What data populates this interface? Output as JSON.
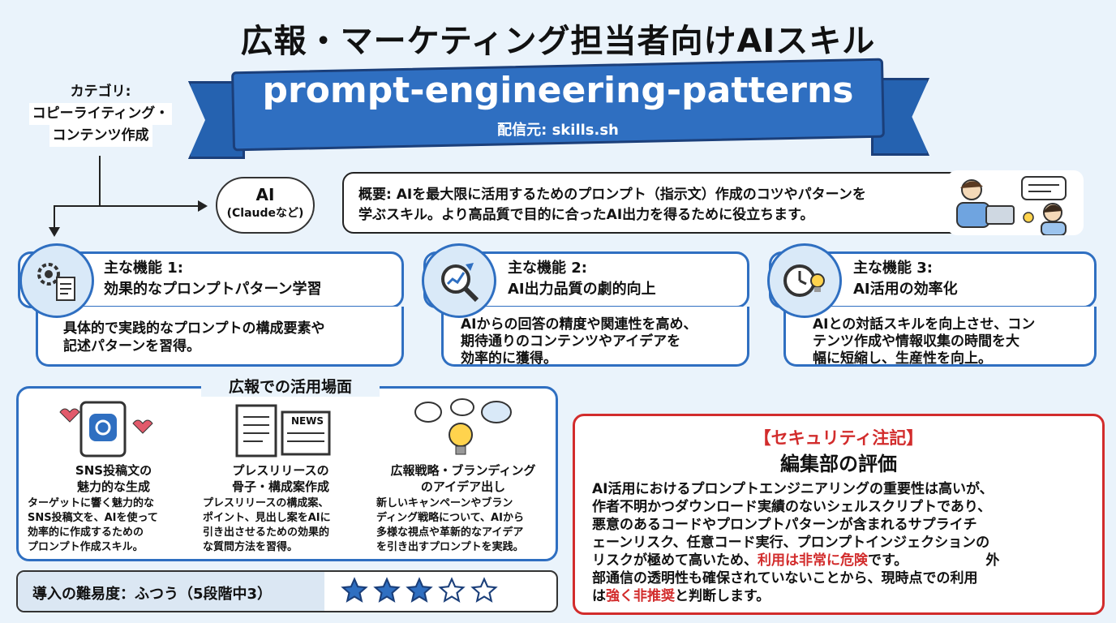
{
  "title": "広報・マーケティング担当者向けAIスキル",
  "banner": {
    "skill_name": "prompt-engineering-patterns",
    "source": "配信元: skills.sh"
  },
  "category": {
    "label": "カテゴリ:",
    "line1": "コピーライティング・",
    "line2": "コンテンツ作成"
  },
  "ai": {
    "name": "AI",
    "sub": "(Claudeなど)"
  },
  "summary": {
    "line1": "概要: AIを最大限に活用するためのプロンプト（指示文）作成のコツやパターンを",
    "line2": "学ぶスキル。より高品質で目的に合ったAI出力を得るために役立ちます。"
  },
  "features": [
    {
      "head": "主な機能 1:",
      "title": "効果的なプロンプトパターン学習",
      "line1": "具体的で実践的なプロンプトの構成要素や",
      "line2": "記述パターンを習得。",
      "line3": "",
      "icon": "gear-document-icon"
    },
    {
      "head": "主な機能 2:",
      "title": "AI出力品質の劇的向上",
      "line1": "AIからの回答の精度や関連性を高め、",
      "line2": "期待通りのコンテンツやアイデアを",
      "line3": "効率的に獲得。",
      "icon": "magnifier-chart-icon"
    },
    {
      "head": "主な機能 3:",
      "title": "AI活用の効率化",
      "line1": "AIとの対話スキルを向上させ、コン",
      "line2": "テンツ作成や情報収集の時間を大",
      "line3": "幅に短縮し、生産性を向上。",
      "icon": "clock-bulb-icon"
    }
  ],
  "usage": {
    "label": "広報での活用場面",
    "items": [
      {
        "title1": "SNS投稿文の",
        "title2": "魅力的な生成",
        "l1": "ターゲットに響く魅力的な",
        "l2": "SNS投稿文を、AIを使って",
        "l3": "効率的に作成するための",
        "l4": "プロンプト作成スキル。",
        "icon": "sns-phone-icon"
      },
      {
        "title1": "プレスリリースの",
        "title2": "骨子・構成案作成",
        "l1": "プレスリリースの構成案、",
        "l2": "ポイント、見出し案をAIに",
        "l3": "引き出させるための効果的",
        "l4": "な質問方法を習得。",
        "icon": "news-document-icon",
        "news": "NEWS"
      },
      {
        "title1": "広報戦略・ブランディング",
        "title2": "のアイデア出し",
        "l1": "新しいキャンペーンやブラン",
        "l2": "ディング戦略について、AIから",
        "l3": "多様な視点や革新的なアイデア",
        "l4": "を引き出すプロンプトを実践。",
        "icon": "idea-bulb-icon"
      }
    ]
  },
  "difficulty": {
    "label": "導入の難易度：ふつう（5段階中3）",
    "stars_filled": 3,
    "stars_total": 5,
    "star_color": "#2f6fc1"
  },
  "security": {
    "tag": "【セキュリティ注記】",
    "heading": "編集部の評価",
    "p1": "AI活用におけるプロンプトエンジニアリングの重要性は高いが、",
    "p2": "作者不明かつダウンロード実績のないシェルスクリプトであり、",
    "p3": "悪意のあるコードやプロンプトパターンが含まれるサプライチ",
    "p4": "ェーンリスク、任意コード実行、プロンプトインジェクションの",
    "p5a": "リスクが極めて高いため、",
    "p5b": "利用は非常に危険",
    "p5c": "です。",
    "p5d": "外",
    "p6": "部通信の透明性も確保されていないことから、現時点での利用",
    "p7a": "は",
    "p7b": "強く非推奨",
    "p7c": "と判断します。",
    "accent": "#d22c2c"
  }
}
